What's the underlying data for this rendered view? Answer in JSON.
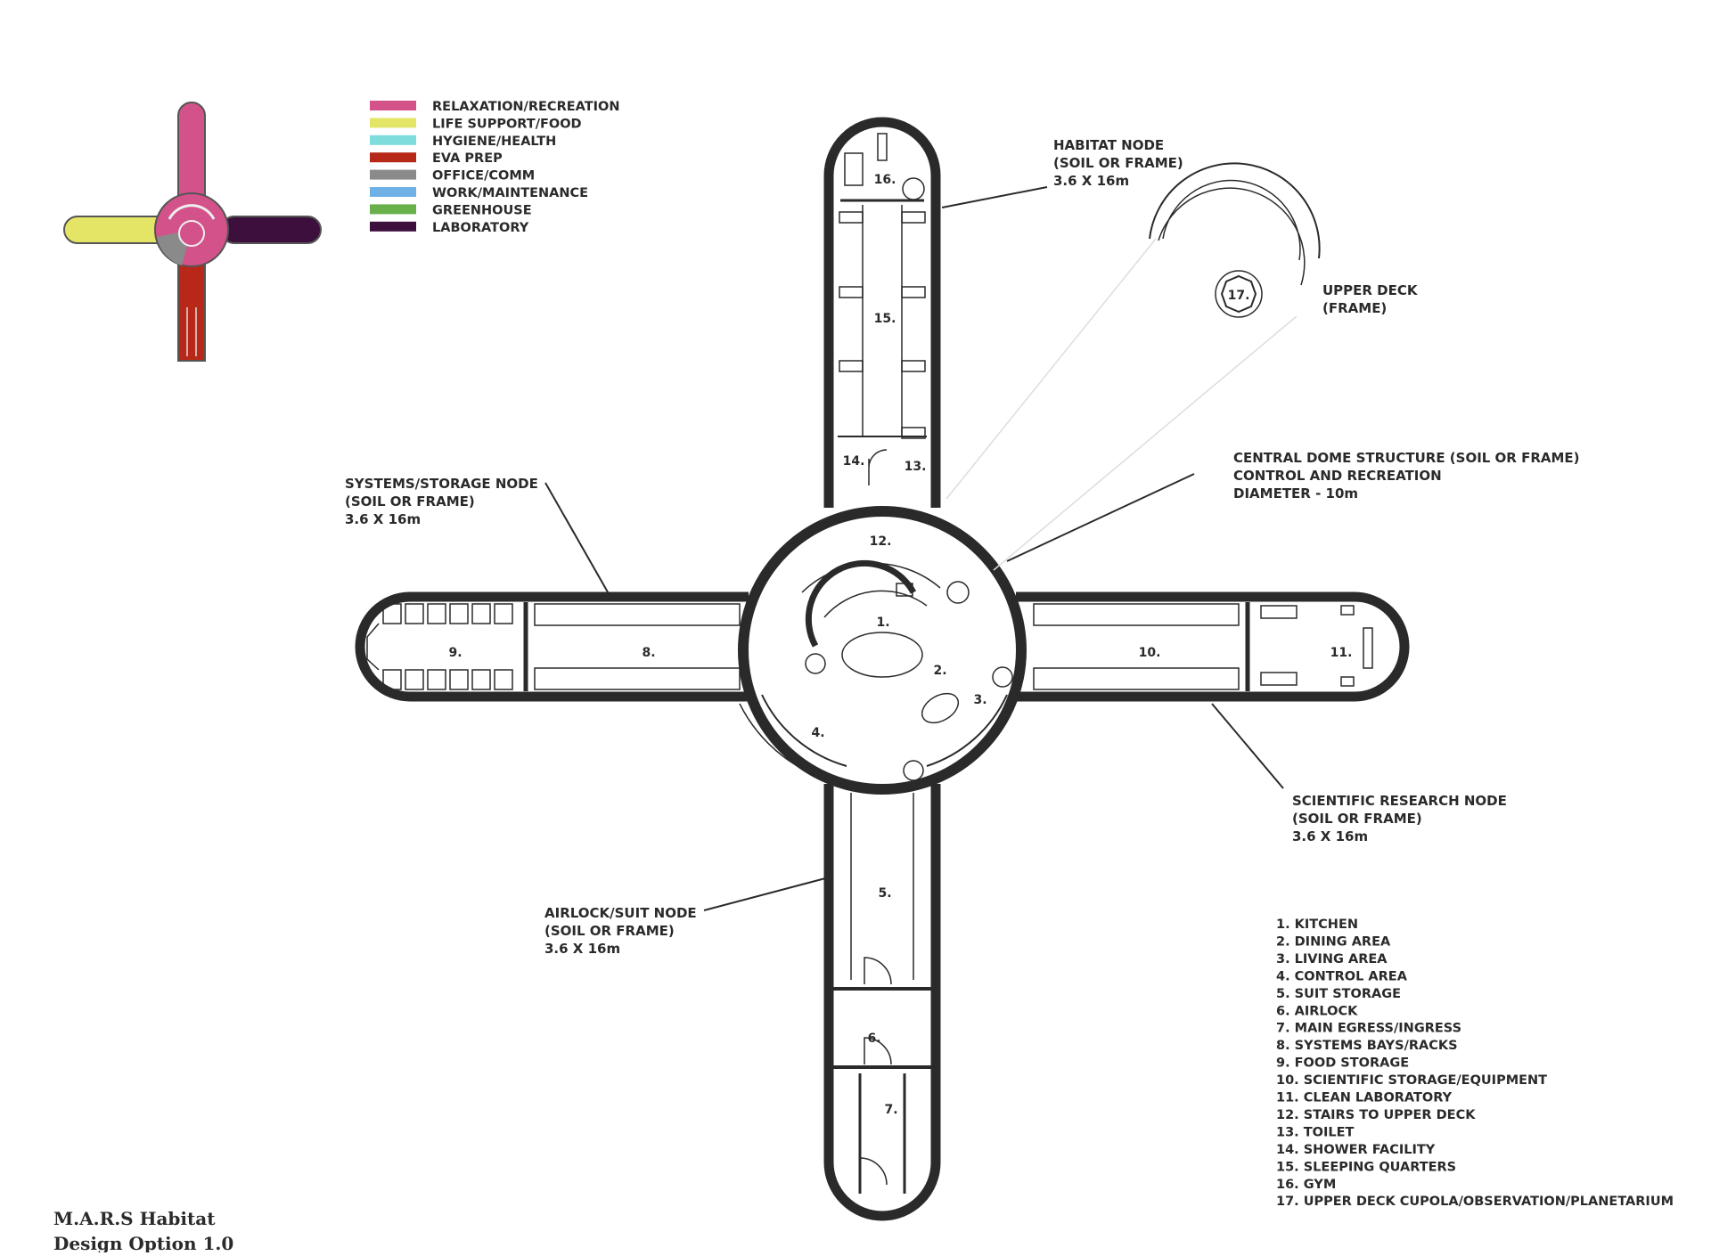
{
  "legend": [
    {
      "label": "RELAXATION/RECREATION",
      "color": "#d4528a"
    },
    {
      "label": "LIFE SUPPORT/FOOD",
      "color": "#e4e566"
    },
    {
      "label": "HYGIENE/HEALTH",
      "color": "#7fdcdc"
    },
    {
      "label": "EVA PREP",
      "color": "#b82818"
    },
    {
      "label": "OFFICE/COMM",
      "color": "#8a8a8a"
    },
    {
      "label": "WORK/MAINTENANCE",
      "color": "#6fb0e6"
    },
    {
      "label": "GREENHOUSE",
      "color": "#6ab04a"
    },
    {
      "label": "LABORATORY",
      "color": "#3d0f3d"
    }
  ],
  "callouts": {
    "habitat": [
      "HABITAT NODE",
      "(SOIL OR FRAME)",
      "3.6 X 16m"
    ],
    "upper_deck": [
      "UPPER DECK",
      "(FRAME)"
    ],
    "central": [
      "CENTRAL DOME STRUCTURE (SOIL OR FRAME)",
      "CONTROL AND RECREATION",
      "DIAMETER - 10m"
    ],
    "systems": [
      "SYSTEMS/STORAGE NODE",
      "(SOIL OR FRAME)",
      "3.6 X 16m"
    ],
    "science": [
      "SCIENTIFIC RESEARCH NODE",
      "(SOIL OR FRAME)",
      "3.6 X 16m"
    ],
    "airlock": [
      "AIRLOCK/SUIT NODE",
      "(SOIL OR FRAME)",
      "3.6 X 16m"
    ]
  },
  "room_numbers": [
    "1.",
    "2.",
    "3.",
    "4.",
    "5.",
    "6.",
    "7.",
    "8.",
    "9.",
    "10.",
    "11.",
    "12.",
    "13.",
    "14.",
    "15.",
    "16.",
    "17."
  ],
  "room_key": [
    "1. KITCHEN",
    "2. DINING AREA",
    "3. LIVING AREA",
    "4. CONTROL AREA",
    "5. SUIT STORAGE",
    "6. AIRLOCK",
    "7. MAIN EGRESS/INGRESS",
    "8. SYSTEMS BAYS/RACKS",
    "9. FOOD STORAGE",
    "10. SCIENTIFIC STORAGE/EQUIPMENT",
    "11. CLEAN LABORATORY",
    "12. STAIRS TO UPPER DECK",
    "13. TOILET",
    "14. SHOWER FACILITY",
    "15. SLEEPING QUARTERS",
    "16. GYM",
    "17. UPPER DECK CUPOLA/OBSERVATION/PLANETARIUM"
  ],
  "credit": {
    "title": "M.A.R.S Habitat",
    "subtitle": "Design Option 1.0"
  }
}
